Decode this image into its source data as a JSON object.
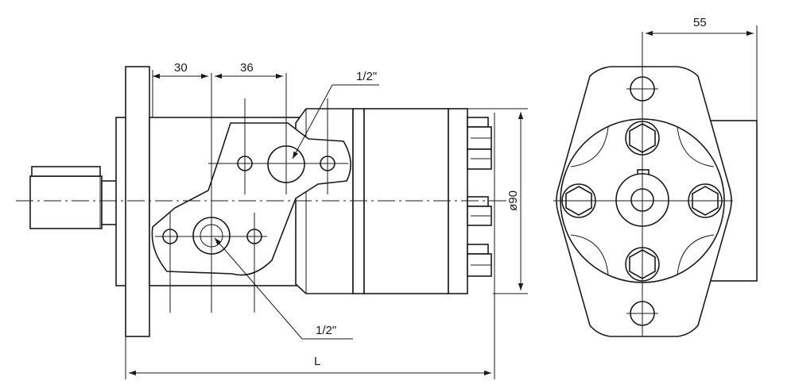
{
  "dimensions": {
    "width_port_spacing": "30",
    "port_offset": "36",
    "port_upper": "1/2\"",
    "port_lower": "1/2\"",
    "body_diameter": "ø90",
    "overall_length": "L",
    "flange_depth": "55"
  }
}
